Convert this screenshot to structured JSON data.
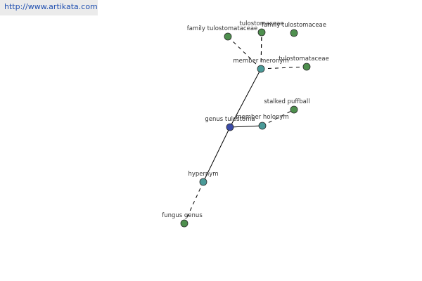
{
  "site": {
    "url": "http://www.artikata.com"
  },
  "colors": {
    "leaf": "#4e8f4e",
    "relation": "#4a9a98",
    "center": "#3a4aa8",
    "edge": "#000000"
  },
  "graph": {
    "nodes": [
      {
        "id": "center",
        "label": "genus tulostoma",
        "kind": "center"
      },
      {
        "id": "member-meronym",
        "label": "member meronym",
        "kind": "relation"
      },
      {
        "id": "member-holonym",
        "label": "member holonym",
        "kind": "relation"
      },
      {
        "id": "hypernym",
        "label": "hypernym",
        "kind": "relation"
      },
      {
        "id": "family-tulostomataceae",
        "label": "family tulostomataceae",
        "kind": "leaf"
      },
      {
        "id": "tulostomaceae",
        "label": "tulostomaceae",
        "kind": "leaf"
      },
      {
        "id": "family-tulostomaceae",
        "label": "family tulostomaceae",
        "kind": "leaf"
      },
      {
        "id": "tulostomataceae",
        "label": "tulostomataceae",
        "kind": "leaf"
      },
      {
        "id": "stalked-puffball",
        "label": "stalked puffball",
        "kind": "leaf"
      },
      {
        "id": "fungus-genus",
        "label": "fungus genus",
        "kind": "leaf"
      }
    ],
    "edges": [
      {
        "from": "center",
        "to": "member-meronym",
        "style": "solid"
      },
      {
        "from": "center",
        "to": "member-holonym",
        "style": "solid"
      },
      {
        "from": "center",
        "to": "hypernym",
        "style": "solid"
      },
      {
        "from": "member-meronym",
        "to": "family-tulostomataceae",
        "style": "dashed"
      },
      {
        "from": "member-meronym",
        "to": "tulostomaceae",
        "style": "dashed"
      },
      {
        "from": "member-meronym",
        "to": "family-tulostomaceae-2",
        "style": "dashed"
      },
      {
        "from": "member-meronym",
        "to": "tulostomataceae",
        "style": "dashed"
      },
      {
        "from": "member-holonym",
        "to": "stalked-puffball",
        "style": "dashed"
      },
      {
        "from": "hypernym",
        "to": "fungus-genus",
        "style": "dashed"
      }
    ]
  }
}
